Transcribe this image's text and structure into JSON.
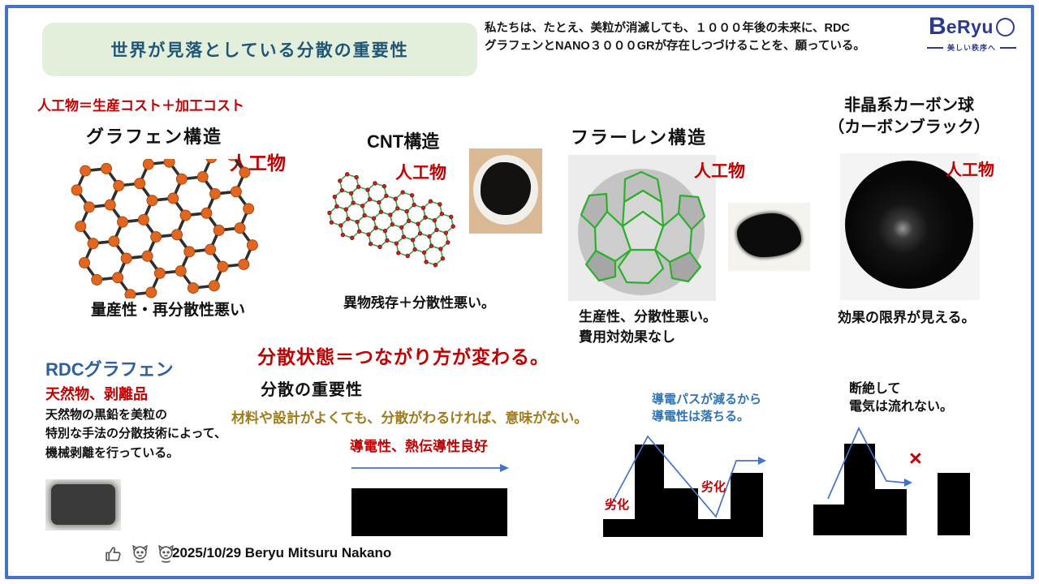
{
  "slide": {
    "title": "世界が見落としている分散の重要性",
    "mission": {
      "line1": "私たちは、たとえ、美粒が消滅しても、１０００年後の未来に、RDC",
      "line2": "グラフェンとNANO３０００GRが存在しつづけることを、願っている。"
    },
    "logo": {
      "b": "B",
      "rest": "eRyu",
      "tagline": "美しい秩序へ"
    },
    "cost_equation": "人工物＝生産コスト＋加工コスト",
    "materials": {
      "graphene": {
        "heading": "グラフェン構造",
        "tag": "人工物",
        "caption": "量産性・再分散性悪い"
      },
      "cnt": {
        "heading": "CNT構造",
        "tag": "人工物",
        "caption": "異物残存＋分散性悪い。"
      },
      "fullerene": {
        "heading": "フラーレン構造",
        "tag": "人工物",
        "caption_line1": "生産性、分散性悪い。",
        "caption_line2": "費用対効果なし"
      },
      "carbon_black": {
        "heading_line1": "非晶系カーボン球",
        "heading_line2": "（カーボンブラック）",
        "tag": "人工物",
        "caption": "効果の限界が見える。"
      }
    },
    "rdc": {
      "heading": "RDCグラフェン",
      "subheading": "天然物、剥離品",
      "body_line1": "天然物の黒鉛を美粒の",
      "body_line2": "特別な手法の分散技術によって、",
      "body_line3": "機械剥離を行っている。"
    },
    "dispersion": {
      "statement": "分散状態＝つながり方が変わる。",
      "heading": "分散の重要性",
      "note": "材料や設計がよくても、分散がわるければ、意味がない。",
      "good_state_label": "導電性、熱伝導性良好",
      "degraded_caption_line1": "導電パスが減るから",
      "degraded_caption_line2": "導電性は落ちる。",
      "degraded_label_1": "劣化",
      "degraded_label_2": "劣化",
      "cutoff_caption_line1": "断絶して",
      "cutoff_caption_line2": "電気は流れない。",
      "cutoff_mark": "×"
    },
    "footer": {
      "icons": [
        "thumbs-up-icon",
        "maneki-cat-icon",
        "maneki-cat-icon"
      ],
      "credit": "2025/10/29 Beryu Mitsuru Nakano"
    },
    "colors": {
      "frame_blue": "#4472c4",
      "title_bg": "#e3efdb",
      "title_text": "#1f5676",
      "accent_red": "#c00000",
      "note_olive": "#9e7c1e",
      "diagram_blue": "#2e74b5",
      "arrow_blue": "#4472c4",
      "rdc_blue": "#2e5f9e",
      "logo_blue": "#2b3990",
      "atom_orange": "#e2661f",
      "cnt_green": "#3aa03a"
    }
  }
}
